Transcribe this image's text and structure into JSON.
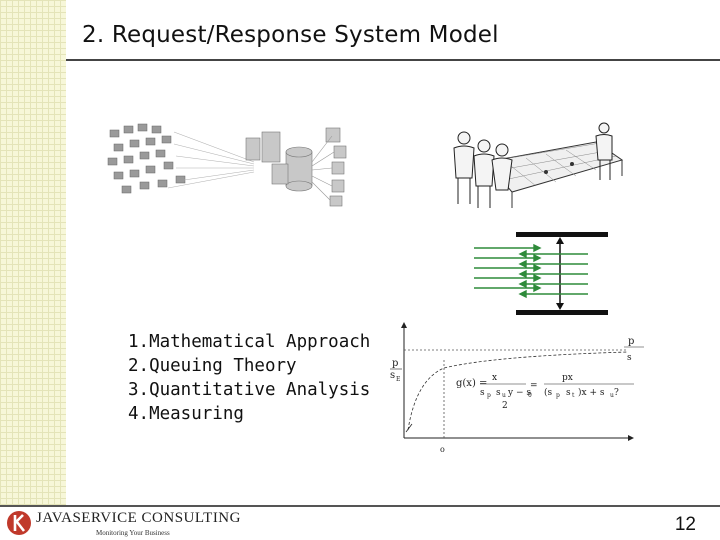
{
  "slide": {
    "title": "2. Request/Response System Model",
    "page_number": "12"
  },
  "list": {
    "items": [
      "1.Mathematical Approach",
      "2.Queuing Theory",
      "3.Quantitative Analysis",
      "4.Measuring"
    ]
  },
  "footer": {
    "logo_text": "JAVASERVICE CONSULTING",
    "logo_tagline": "Monitoring Your Business"
  },
  "colors": {
    "strip": "#f7f7d8",
    "arrow_green": "#2e8b3a",
    "rule": "#444444"
  },
  "graph": {
    "axis_p_top": "p",
    "axis_p_bottom": "s",
    "axis_p_sub": "E",
    "right_label_top": "p",
    "right_label_bottom": "s",
    "right_sub1": "p",
    "right_minus": " − ",
    "right_sub2": "s",
    "right_sub3": "c",
    "eq_left": "g(x) =",
    "x_mark": "o"
  }
}
